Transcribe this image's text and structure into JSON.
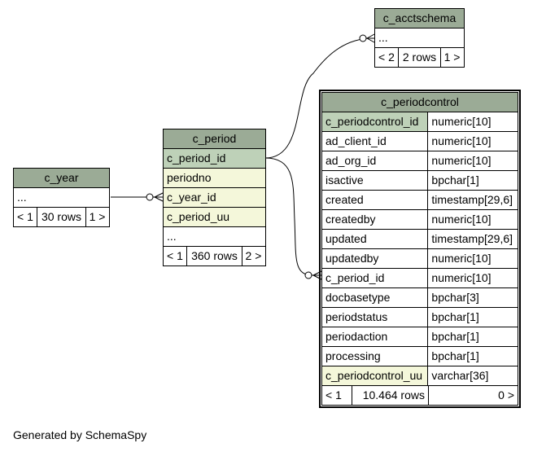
{
  "tables": {
    "c_acctschema": {
      "name": "c_acctschema",
      "ellipsis": "...",
      "footer": [
        "< 2",
        "2 rows",
        "1 >"
      ]
    },
    "c_periodcontrol": {
      "name": "c_periodcontrol",
      "columns": [
        {
          "name": "c_periodcontrol_id",
          "type": "numeric[10]",
          "role": "pk"
        },
        {
          "name": "ad_client_id",
          "type": "numeric[10]",
          "role": ""
        },
        {
          "name": "ad_org_id",
          "type": "numeric[10]",
          "role": ""
        },
        {
          "name": "isactive",
          "type": "bpchar[1]",
          "role": ""
        },
        {
          "name": "created",
          "type": "timestamp[29,6]",
          "role": ""
        },
        {
          "name": "createdby",
          "type": "numeric[10]",
          "role": ""
        },
        {
          "name": "updated",
          "type": "timestamp[29,6]",
          "role": ""
        },
        {
          "name": "updatedby",
          "type": "numeric[10]",
          "role": ""
        },
        {
          "name": "c_period_id",
          "type": "numeric[10]",
          "role": ""
        },
        {
          "name": "docbasetype",
          "type": "bpchar[3]",
          "role": ""
        },
        {
          "name": "periodstatus",
          "type": "bpchar[1]",
          "role": ""
        },
        {
          "name": "periodaction",
          "type": "bpchar[1]",
          "role": ""
        },
        {
          "name": "processing",
          "type": "bpchar[1]",
          "role": ""
        },
        {
          "name": "c_periodcontrol_uu",
          "type": "varchar[36]",
          "role": "fk"
        }
      ],
      "footer": [
        "< 1",
        "10.464 rows",
        "0 >"
      ]
    },
    "c_period": {
      "name": "c_period",
      "columns": [
        {
          "name": "c_period_id",
          "role": "pk"
        },
        {
          "name": "periodno",
          "role": "fk"
        },
        {
          "name": "c_year_id",
          "role": "fk"
        },
        {
          "name": "c_period_uu",
          "role": "fk"
        }
      ],
      "ellipsis": "...",
      "footer": [
        "< 1",
        "360 rows",
        "2 >"
      ]
    },
    "c_year": {
      "name": "c_year",
      "ellipsis": "...",
      "footer": [
        "< 1",
        "30 rows",
        "1 >"
      ]
    }
  },
  "colors": {
    "header": "#9bab96",
    "primary_key": "#bed1b8",
    "indexed": "#f4f7da"
  },
  "footer_text": "Generated by SchemaSpy"
}
